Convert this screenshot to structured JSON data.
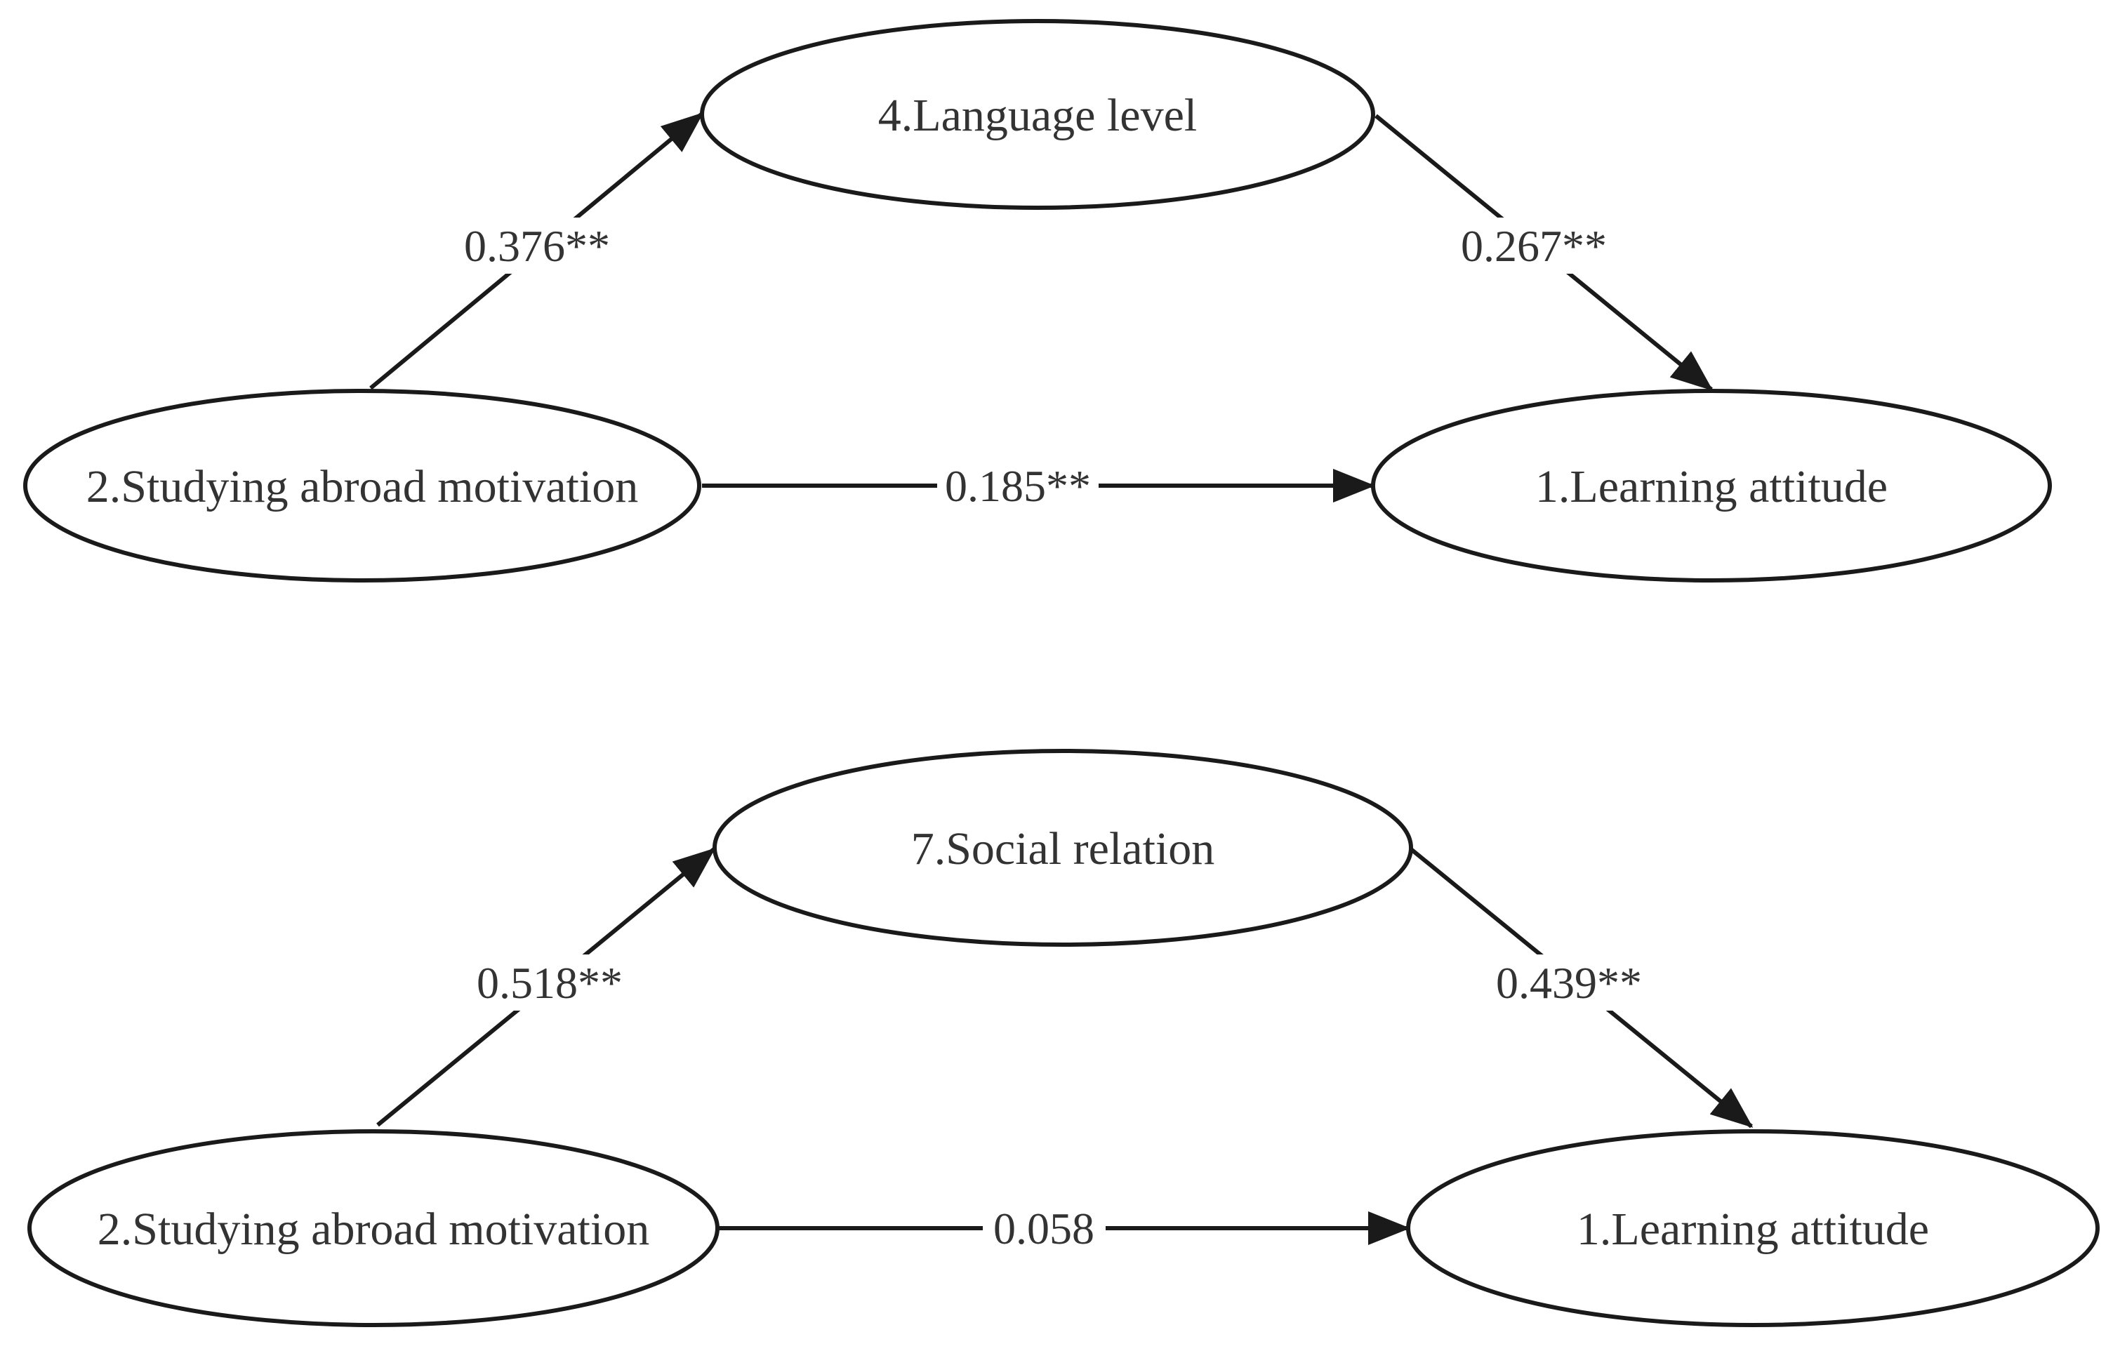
{
  "diagrams": [
    {
      "nodes": {
        "mediator": "4.Language level",
        "predictor": "2.Studying abroad motivation",
        "outcome": "1.Learning attitude"
      },
      "paths": {
        "a": "0.376**",
        "b": "0.267**",
        "c": "0.185**"
      }
    },
    {
      "nodes": {
        "mediator": "7.Social relation",
        "predictor": "2.Studying abroad motivation",
        "outcome": "1.Learning attitude"
      },
      "paths": {
        "a": "0.518**",
        "b": "0.439**",
        "c": "0.058"
      }
    }
  ],
  "colors": {
    "stroke": "#1a1a1a",
    "text": "#333333",
    "background": "#ffffff"
  }
}
